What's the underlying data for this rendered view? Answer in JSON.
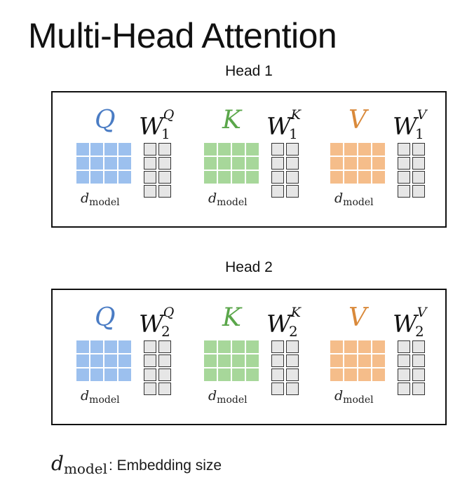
{
  "title": "Multi-Head Attention",
  "heads": [
    {
      "label": "Head 1",
      "index": "1",
      "items": [
        {
          "letter": "Q",
          "color": "#4a7cc4",
          "cell": "#9cc0ee",
          "superscript": "Q"
        },
        {
          "letter": "K",
          "color": "#5aa64a",
          "cell": "#a7d79a",
          "superscript": "K"
        },
        {
          "letter": "V",
          "color": "#d9893a",
          "cell": "#f5bd8a",
          "superscript": "V"
        }
      ]
    },
    {
      "label": "Head 2",
      "index": "2",
      "items": [
        {
          "letter": "Q",
          "color": "#4a7cc4",
          "cell": "#9cc0ee",
          "superscript": "Q"
        },
        {
          "letter": "K",
          "color": "#5aa64a",
          "cell": "#a7d79a",
          "superscript": "K"
        },
        {
          "letter": "V",
          "color": "#d9893a",
          "cell": "#f5bd8a",
          "superscript": "V"
        }
      ]
    }
  ],
  "dim_symbol": "d",
  "dim_subscript": "model",
  "weight_symbol": "W",
  "legend": {
    "symbol": "d",
    "subscript": "model",
    "text": ": Embedding size"
  }
}
